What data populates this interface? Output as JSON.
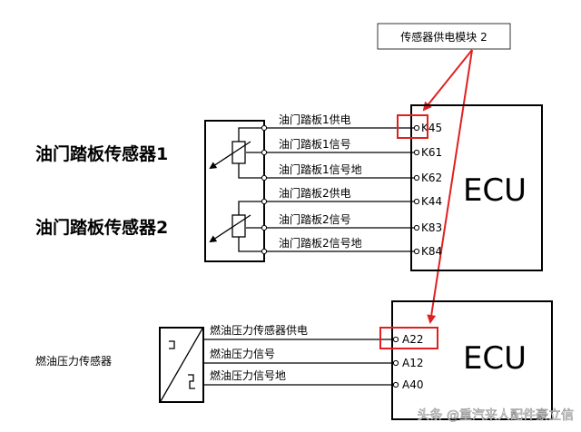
{
  "callout": {
    "label": "传感器供电模块 2",
    "color": "#e02020"
  },
  "sensors": {
    "pedal1": "油门踏板传感器1",
    "pedal2": "油门踏板传感器2",
    "fuel": "燃油压力传感器"
  },
  "ecu_top": {
    "title": "ECU",
    "pins": [
      {
        "pin": "K45",
        "signal": "油门踏板1供电"
      },
      {
        "pin": "K61",
        "signal": "油门踏板1信号"
      },
      {
        "pin": "K62",
        "signal": "油门踏板1信号地"
      },
      {
        "pin": "K44",
        "signal": "油门踏板2供电"
      },
      {
        "pin": "K83",
        "signal": "油门踏板2信号"
      },
      {
        "pin": "K84",
        "signal": "油门踏板2信号地"
      }
    ]
  },
  "ecu_bottom": {
    "title": "ECU",
    "pins": [
      {
        "pin": "A22",
        "signal": "燃油压力传感器供电"
      },
      {
        "pin": "A12",
        "signal": "燃油压力信号"
      },
      {
        "pin": "A40",
        "signal": "燃油压力信号地"
      }
    ]
  },
  "watermark": "头条 @重汽来人配件豪立信"
}
